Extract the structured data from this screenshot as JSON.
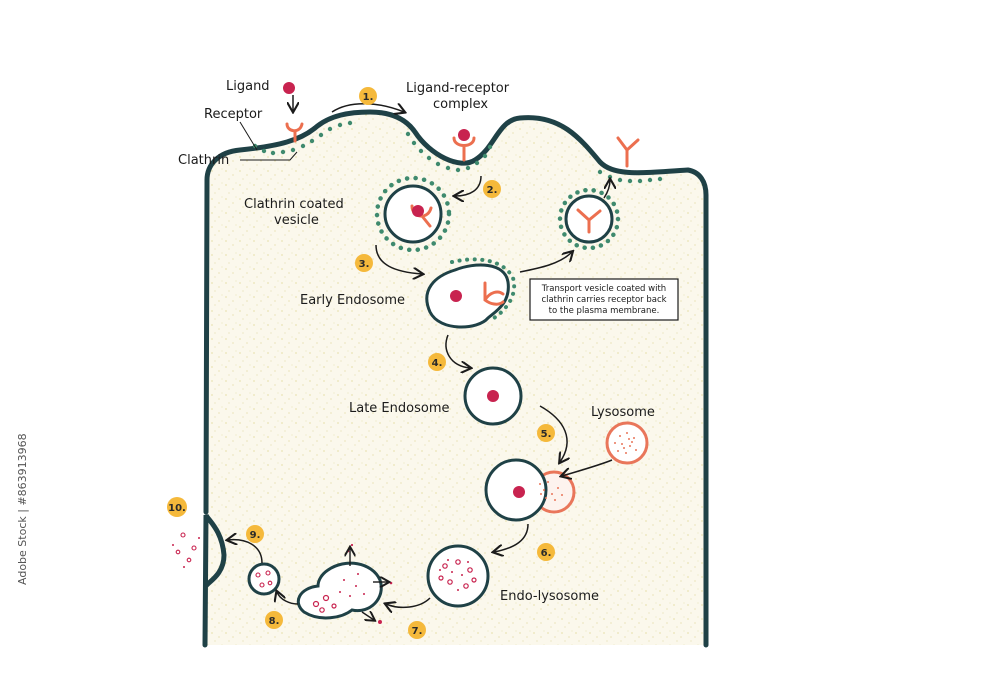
{
  "labels": {
    "ligand": "Ligand",
    "receptor": "Receptor",
    "clathrin": "Clathrin",
    "ligand_receptor_line1": "Ligand-receptor",
    "ligand_receptor_line2": "complex",
    "clathrin_vesicle_line1": "Clathrin coated",
    "clathrin_vesicle_line2": "vesicle",
    "early_endosome": "Early Endosome",
    "late_endosome": "Late Endosome",
    "lysosome": "Lysosome",
    "endo_lysosome": "Endo-lysosome"
  },
  "note": {
    "line1": "Transport vesicle coated with",
    "line2": "clathrin carries receptor back",
    "line3": "to the plasma membrane."
  },
  "steps": [
    "1.",
    "2.",
    "3.",
    "4.",
    "5.",
    "6.",
    "7.",
    "8.",
    "9.",
    "10."
  ],
  "watermark": "Adobe Stock | #863913968",
  "colors": {
    "membrane": "#1f4146",
    "cytoplasm": "#fbf8ec",
    "ligand": "#c8234f",
    "receptor": "#ec6f4f",
    "clathrin": "#3f8a6e",
    "step_badge": "#f5b93b",
    "lysosome": "#e9765a"
  }
}
